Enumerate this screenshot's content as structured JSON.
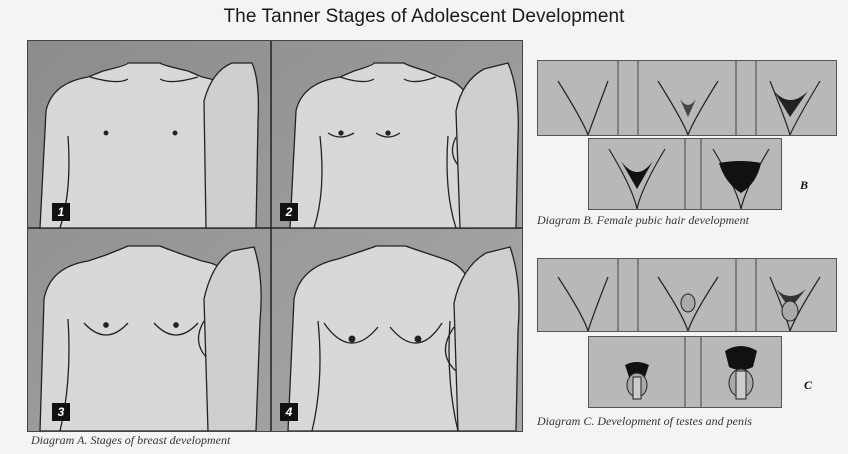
{
  "title": "The Tanner Stages of Adolescent Development",
  "diagram_a": {
    "caption": "Diagram A. Stages of breast development",
    "stages": [
      "1",
      "2",
      "3",
      "4"
    ]
  },
  "diagram_b": {
    "letter": "B",
    "caption": "Diagram B. Female pubic hair development"
  },
  "diagram_c": {
    "letter": "C",
    "caption": "Diagram C. Development of testes and penis"
  }
}
